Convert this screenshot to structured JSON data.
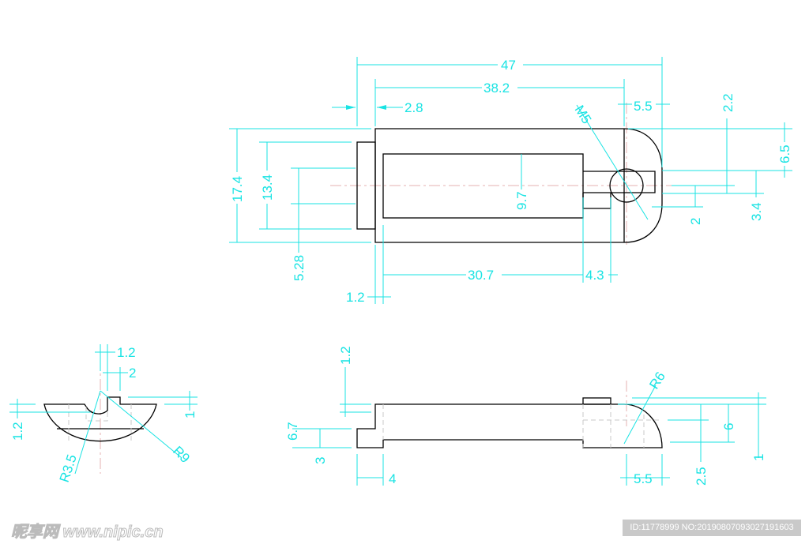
{
  "drawing": {
    "top_view": {
      "overall_length": "47",
      "length_2": "38.2",
      "offset_left": "2.8",
      "hole_offset": "5.5",
      "d_2_2": "2.2",
      "d_6_5": "6.5",
      "height": "17.4",
      "height_inner": "13.4",
      "d_9_7": "9.7",
      "d_5_28": "5.28",
      "d_30_7": "30.7",
      "d_4_3": "4.3",
      "d_1_2": "1.2",
      "thread": "M5",
      "d_2": "2",
      "d_3_4": "3.4"
    },
    "end_view": {
      "d_1_2_top": "1.2",
      "d_2": "2",
      "d_1_2_left": "1.2",
      "d_1": "1",
      "radius_small": "R3.5",
      "radius_large": "R9"
    },
    "side_view": {
      "d_1_2": "1.2",
      "d_6_7": "6.7",
      "d_3": "3",
      "d_4": "4",
      "radius": "R6",
      "d_5_5": "5.5",
      "d_2_5": "2.5",
      "d_6": "6",
      "d_1": "1"
    }
  },
  "watermark": {
    "logo": "昵享网 www.nipic.cn",
    "id": "ID:11778999 NO:20190807093027191603"
  },
  "colors": {
    "dimension": "#19e3e3",
    "outline": "#000000"
  }
}
